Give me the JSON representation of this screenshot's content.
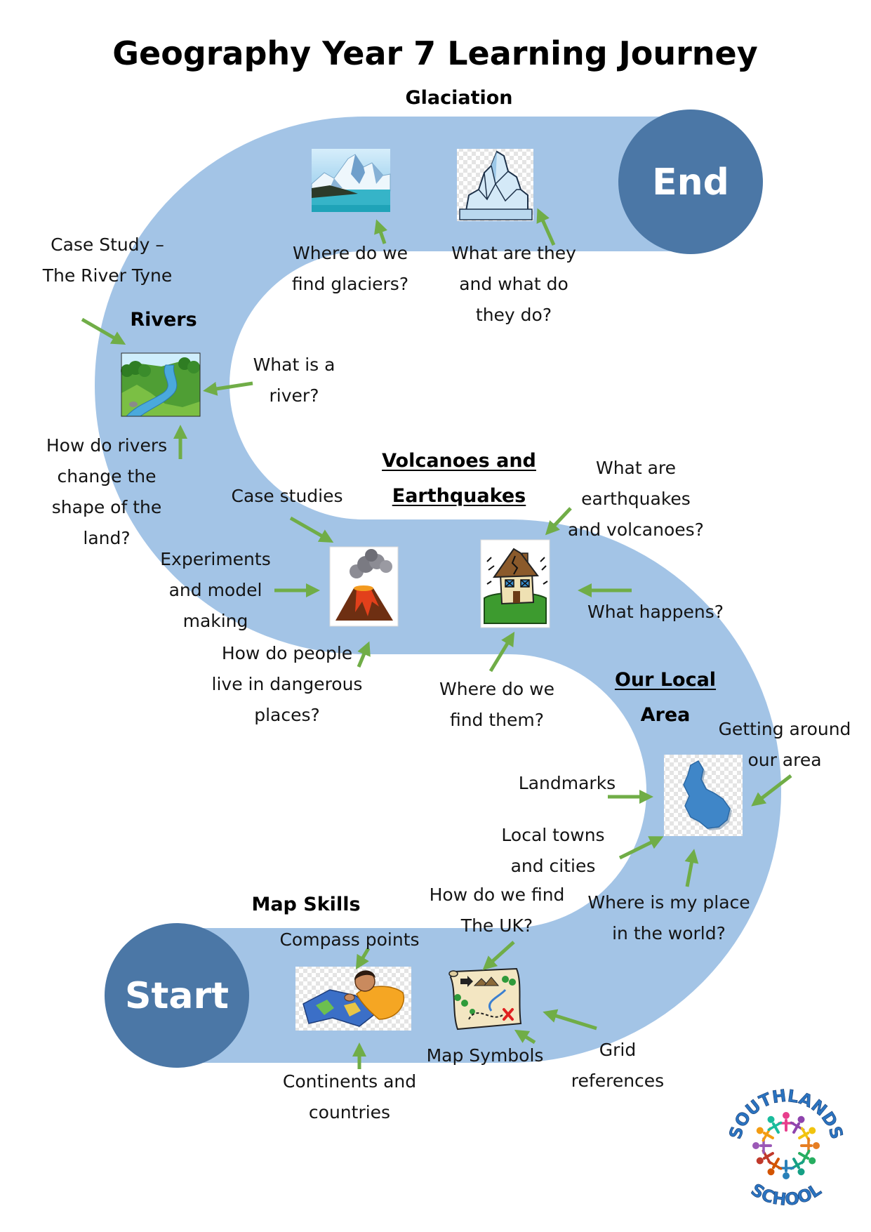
{
  "title": "Geography Year 7 Learning Journey",
  "path": {
    "start": "Start",
    "end": "End"
  },
  "glaciation": {
    "heading": "Glaciation",
    "where_glaciers": [
      "Where do we",
      "find glaciers?"
    ],
    "what_are_they": [
      "What are they",
      "and what do",
      "they do?"
    ]
  },
  "rivers": {
    "heading": "Rivers",
    "case_study": [
      "Case Study –",
      "The River Tyne"
    ],
    "what_is_river": [
      "What is a",
      "river?"
    ],
    "change_land": [
      "How do rivers",
      "change the",
      "shape of the",
      "land?"
    ]
  },
  "volcanoes": {
    "heading": [
      "Volcanoes and",
      "Earthquakes"
    ],
    "case_studies": "Case studies",
    "experiments": [
      "Experiments",
      "and model",
      "making"
    ],
    "dangerous_places": [
      "How do people",
      "live in dangerous",
      "places?"
    ],
    "where_find": [
      "Where do we",
      "find them?"
    ],
    "what_are": [
      "What are",
      "earthquakes",
      "and volcanoes?"
    ],
    "what_happens": "What happens?"
  },
  "local_area": {
    "heading": [
      "Our Local",
      "Area"
    ],
    "getting_around": [
      "Getting around",
      "our area"
    ],
    "landmarks": "Landmarks",
    "towns": [
      "Local towns",
      "and cities"
    ],
    "my_place": [
      "Where is my place",
      "in the world?"
    ]
  },
  "map_skills": {
    "heading": "Map Skills",
    "find_uk": [
      "How do we find",
      "The UK?"
    ],
    "compass": "Compass points",
    "continents": [
      "Continents and",
      "countries"
    ],
    "symbols": "Map Symbols",
    "grid": [
      "Grid",
      "references"
    ]
  },
  "logo": {
    "top": "SOUTHLANDS",
    "bottom": "SCHOOL",
    "figure_colors": [
      "#e83e8c",
      "#8e44ad",
      "#f1c40f",
      "#e67e22",
      "#27ae60",
      "#16a085",
      "#2980b9",
      "#d35400",
      "#c0392b",
      "#9b59b6",
      "#f39c12",
      "#1abc9c"
    ]
  },
  "icons": {
    "glaciers": "glacier-mountains-icon",
    "iceberg": "iceberg-icon",
    "river": "river-landscape-icon",
    "volcano": "volcano-icon",
    "earthquake": "earthquake-house-icon",
    "local_area": "local-area-map-icon",
    "map_reading": "child-reading-map-icon",
    "treasure_map": "treasure-map-icon"
  },
  "colors": {
    "road": "#a3c4e6",
    "circle": "#4b77a6",
    "arrow": "#70ad47"
  }
}
